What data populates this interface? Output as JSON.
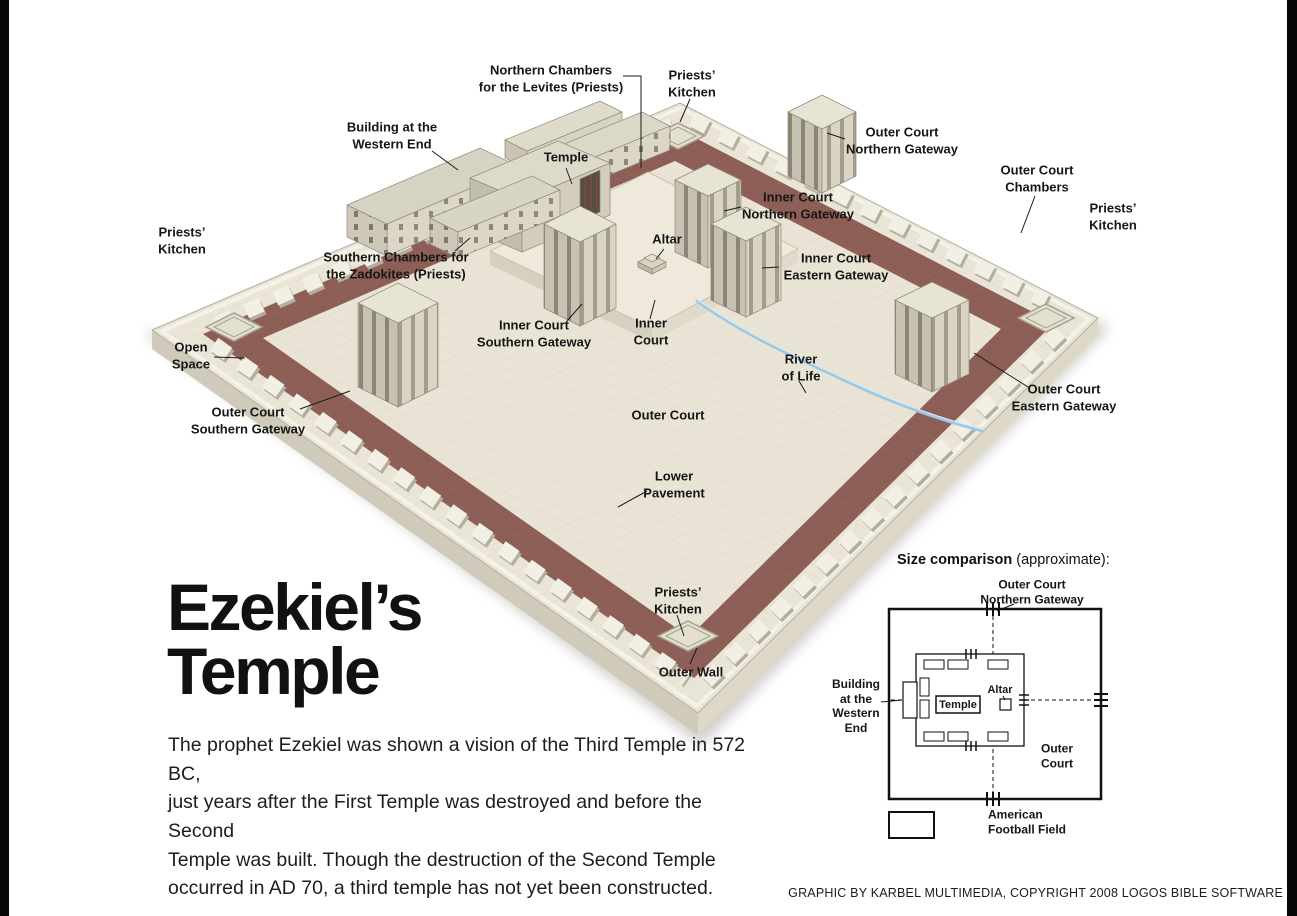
{
  "colors": {
    "pavement_red": "#8d5e55",
    "platform_cream": "#eae5d6",
    "inner_cream": "#e9e4d5",
    "river_blue": "#9ec7e6",
    "text": "#1a1a1a"
  },
  "title": {
    "line1": "Ezekiel’s",
    "line2": "Temple"
  },
  "description": "The prophet Ezekiel was shown a vision of the Third Temple in 572 BC,\njust years after the First Temple was destroyed and before the Second\nTemple was built. Though the destruction of the Second Temple\noccurred in AD 70, a third temple has not yet been constructed.",
  "credit": "GRAPHIC BY KARBEL MULTIMEDIA, COPYRIGHT 2008 LOGOS BIBLE SOFTWARE",
  "diagram_labels": {
    "northern_chambers": "Northern Chambers\nfor the Levites (Priests)",
    "priests_kitchen_top": "Priests’\nKitchen",
    "building_western_end": "Building at the\nWestern End",
    "temple": "Temple",
    "outer_court_northern_gateway": "Outer Court\nNorthern Gateway",
    "outer_court_chambers": "Outer Court\nChambers",
    "priests_kitchen_right": "Priests’\nKitchen",
    "inner_court_northern_gateway": "Inner Court\nNorthern Gateway",
    "inner_court_eastern_gateway": "Inner Court\nEastern Gateway",
    "altar": "Altar",
    "priests_kitchen_left": "Priests’\nKitchen",
    "southern_chambers": "Southern Chambers for\nthe Zadokites (Priests)",
    "inner_court_southern_gateway": "Inner Court\nSouthern Gateway",
    "inner_court": "Inner\nCourt",
    "river_of_life": "River\nof Life",
    "open_space": "Open\nSpace",
    "outer_court_southern_gateway": "Outer Court\nSouthern Gateway",
    "outer_court": "Outer Court",
    "outer_court_eastern_gateway": "Outer Court\nEastern Gateway",
    "lower_pavement": "Lower\nPavement",
    "priests_kitchen_bottom": "Priests’\nKitchen",
    "outer_wall": "Outer Wall"
  },
  "size_comparison": {
    "heading_bold": "Size comparison",
    "heading_normal": " (approximate):",
    "labels": {
      "outer_court_northern_gateway": "Outer Court\nNorthern Gateway",
      "building_western_end": "Building\nat the\nWestern\nEnd",
      "temple": "Temple",
      "altar": "Altar",
      "outer_court": "Outer\nCourt",
      "football_field": "American\nFootball Field"
    }
  }
}
